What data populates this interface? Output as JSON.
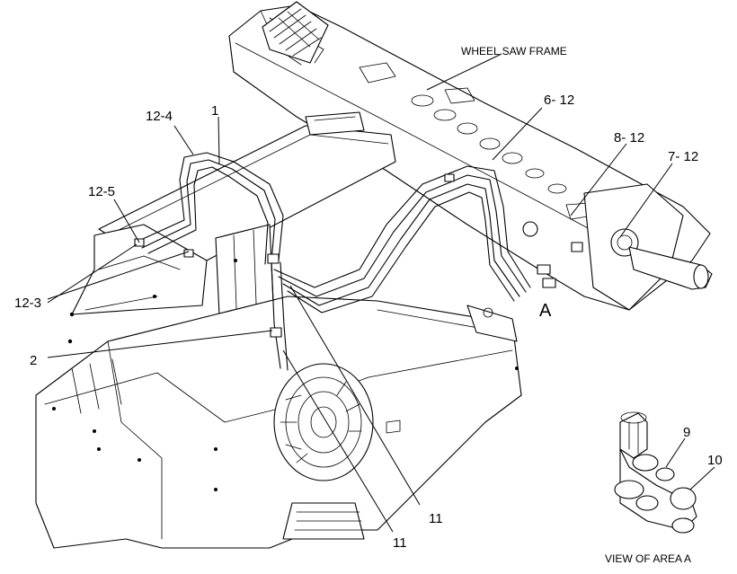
{
  "labels": {
    "wheel_saw_frame": "WHEEL SAW FRAME",
    "view_of_area_a": "VIEW OF AREA A",
    "area_a": "A",
    "c_1": "1",
    "c_2": "2",
    "c_9": "9",
    "c_10": "10",
    "c_11a": "11",
    "c_11b": "11",
    "c_12_3": "12-3",
    "c_12_4": "12-4",
    "c_12_5": "12-5",
    "c_6_12": "6- 12",
    "c_7_12": "7- 12",
    "c_8_12": "8- 12"
  }
}
